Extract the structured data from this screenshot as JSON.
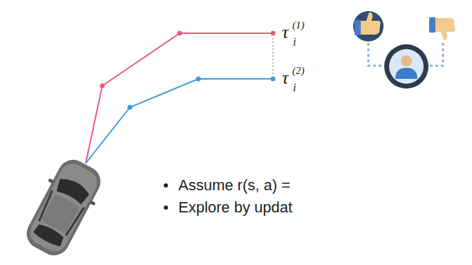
{
  "diagram": {
    "labels": [
      "τ",
      "(1)",
      "i",
      "τ",
      "(2)",
      "i",
      "Assume r(s, a) =",
      "Explore by updat"
    ]
  }
}
